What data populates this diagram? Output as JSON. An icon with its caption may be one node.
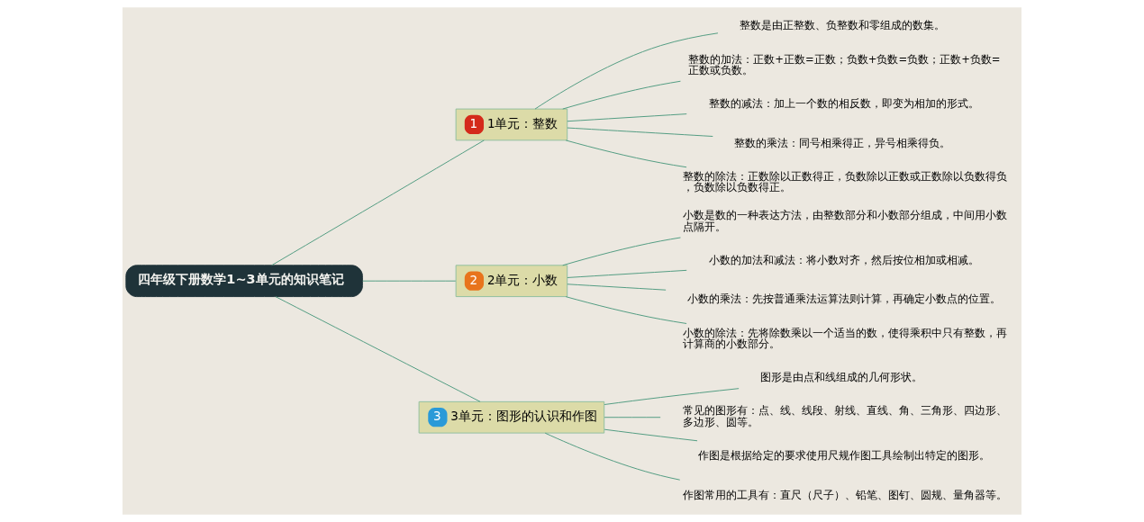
{
  "diagram": {
    "nodes": [
      {
        "text": [
          "四年级下册数学1~3单元的知识笔记"
        ]
      },
      {
        "text": [
          "1",
          "1单元：整数"
        ]
      },
      {
        "text": [
          "整数是由正整数、负整数和零组成的数集。"
        ]
      },
      {
        "text": [
          "整数的加法：正数+正数=正数；负数+负数=负数；正数+负数=正数或负数。"
        ]
      },
      {
        "text": [
          "整数的减法：加上一个数的相反数，即变为相加的形式。"
        ]
      },
      {
        "text": [
          "整数的乘法：同号相乘得正，异号相乘得负。"
        ]
      },
      {
        "text": [
          "整数的除法：正数除以正数得正，负数除以正数或正数除以负数得负，负数除以负数得正。"
        ]
      },
      {
        "text": [
          "2",
          "2单元：小数"
        ]
      },
      {
        "text": [
          "小数是数的一种表达方法，由整数部分和小数部分组成，中间用小数点隔开。"
        ]
      },
      {
        "text": [
          "小数的加法和减法：将小数对齐，然后按位相加或相减。"
        ]
      },
      {
        "text": [
          "小数的乘法：先按普通乘法运算法则计算，再确定小数点的位置。"
        ]
      },
      {
        "text": [
          "小数的除法：先将除数乘以一个适当的数，使得乘积中只有整数，再计算商的小数部分。"
        ]
      },
      {
        "text": [
          "3",
          "3单元：图形的认识和作图"
        ]
      },
      {
        "text": [
          "图形是由点和线组成的几何形状。"
        ]
      },
      {
        "text": [
          "常见的图形有：点、线、线段、射线、直线、角、三角形、四边形、多边形、圆等。"
        ]
      },
      {
        "text": [
          "作图是根据给定的要求使用尺规作图工具绘制出特定的图形。"
        ]
      },
      {
        "text": [
          "作图常用的工具有：直尺（尺子）、铅笔、图钉、圆规、量角器等。"
        ]
      }
    ],
    "edges": [
      {
        "from": 0,
        "to": 1,
        "arrow": "none"
      },
      {
        "from": 1,
        "to": 2,
        "arrow": "none"
      },
      {
        "from": 1,
        "to": 3,
        "arrow": "none"
      },
      {
        "from": 1,
        "to": 4,
        "arrow": "none"
      },
      {
        "from": 1,
        "to": 5,
        "arrow": "none"
      },
      {
        "from": 1,
        "to": 6,
        "arrow": "none"
      },
      {
        "from": 0,
        "to": 7,
        "arrow": "none"
      },
      {
        "from": 7,
        "to": 8,
        "arrow": "none"
      },
      {
        "from": 7,
        "to": 9,
        "arrow": "none"
      },
      {
        "from": 7,
        "to": 10,
        "arrow": "none"
      },
      {
        "from": 7,
        "to": 11,
        "arrow": "none"
      },
      {
        "from": 0,
        "to": 12,
        "arrow": "none"
      },
      {
        "from": 12,
        "to": 13,
        "arrow": "none"
      },
      {
        "from": 12,
        "to": 14,
        "arrow": "none"
      },
      {
        "from": 12,
        "to": 15,
        "arrow": "none"
      },
      {
        "from": 12,
        "to": 16,
        "arrow": "none"
      }
    ]
  }
}
